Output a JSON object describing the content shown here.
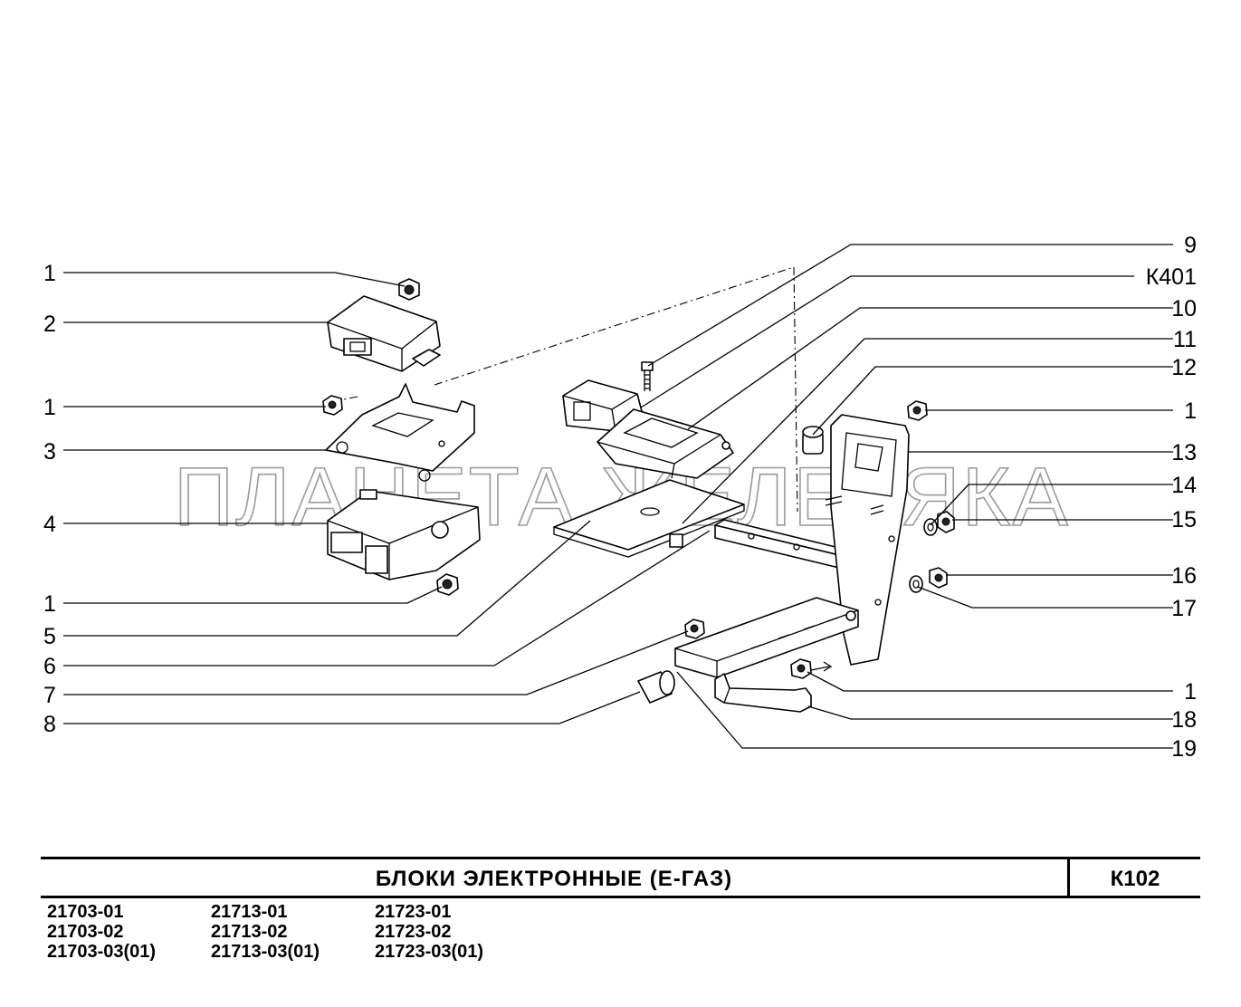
{
  "callouts": {
    "left": [
      "1",
      "2",
      "1",
      "3",
      "4",
      "1",
      "5",
      "6",
      "7",
      "8"
    ],
    "right": [
      "9",
      "К401",
      "10",
      "11",
      "12",
      "1",
      "13",
      "14",
      "15",
      "16",
      "17",
      "1",
      "18",
      "19"
    ]
  },
  "watermark": "ПЛАНЕТА ЖЕЛЕЗЯКА",
  "title_block": {
    "title": "БЛОКИ   ЭЛЕКТРОННЫЕ  (Е-ГАЗ)",
    "sheet_code": "К102"
  },
  "models": {
    "col1": [
      "21703-01",
      "21703-02",
      "21703-03(01)"
    ],
    "col2": [
      "21713-01",
      "21713-02",
      "21713-03(01)"
    ],
    "col3": [
      "21723-01",
      "21723-02",
      "21723-03(01)"
    ]
  }
}
